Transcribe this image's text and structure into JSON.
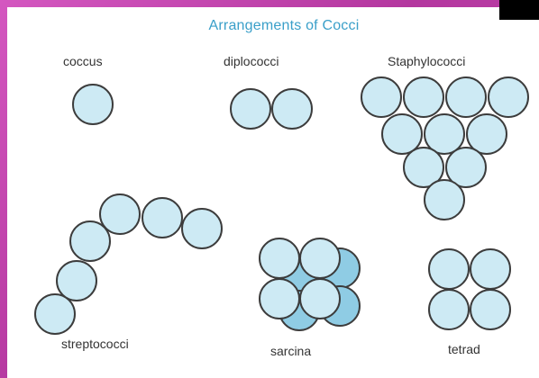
{
  "title": "Arrangements of Cocci",
  "labels": {
    "coccus": "coccus",
    "diplococci": "diplococci",
    "staphylococci": "Staphylococci",
    "streptococci": "streptococci",
    "sarcina": "sarcina",
    "tetrad": "tetrad"
  },
  "colors": {
    "frame": "#b93fa0",
    "cell_fill": "#cdeaf4",
    "cell_fill_dark": "#8fcce4",
    "cell_stroke": "#3c3c3c",
    "title": "#3a9fc9"
  }
}
